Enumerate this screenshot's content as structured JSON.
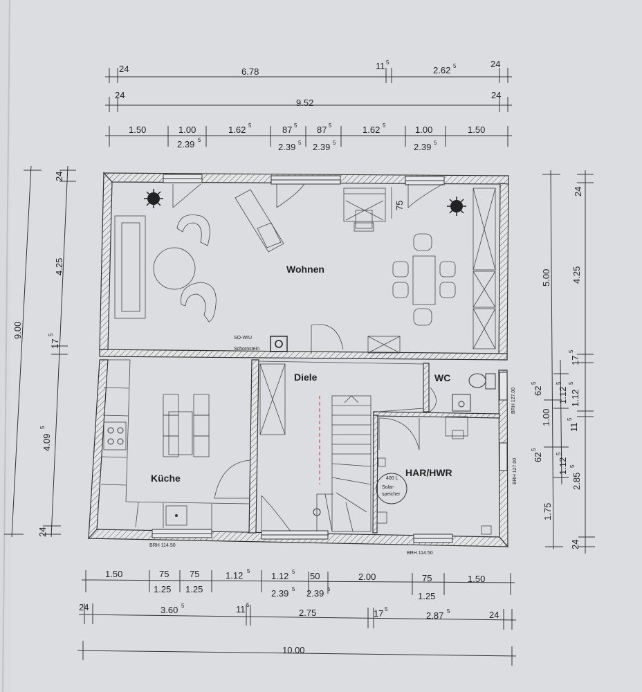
{
  "rooms": {
    "wohnen": "Wohnen",
    "diele": "Diele",
    "wc": "WC",
    "kueche": "Küche",
    "har": "HAR/HWR"
  },
  "labels": {
    "chimney_1": "SO-WIU",
    "chimney_2": "Schornstein",
    "tank_1": "400 L",
    "tank_2": "Solar-",
    "tank_3": "speicher",
    "brh_kitchen": "BRH 114.50",
    "brh_har": "BRH 114.50",
    "brh_wc": "BRH 127.00",
    "brh_har_side": "BRH 127.00",
    "dim_75_window": "75"
  },
  "dims": {
    "top1": {
      "a": "24",
      "b": "6.78",
      "c_base": "11",
      "c_sup": "5",
      "d_base": "2.62",
      "d_sup": "5",
      "e": "24"
    },
    "top2": {
      "a": "24",
      "b": "9.52",
      "c": "24"
    },
    "top3": {
      "s1": "1.50",
      "s2": "1.00",
      "s3_base": "1.62",
      "s3_sup": "5",
      "s4_base": "87",
      "s4_sup": "5",
      "s5_base": "87",
      "s5_sup": "5",
      "s6_base": "1.62",
      "s6_sup": "5",
      "s7": "1.00",
      "s8": "1.50",
      "u1_base": "2.39",
      "u1_sup": "5",
      "u2_base": "2.39",
      "u2_sup": "5",
      "u3_base": "2.39",
      "u3_sup": "5",
      "u4_base": "2.39",
      "u4_sup": "5"
    },
    "bot1": {
      "s1": "1.50",
      "s2": "75",
      "s3": "75",
      "s4_base": "1.12",
      "s4_sup": "5",
      "s5_base": "1.12",
      "s5_sup": "5",
      "s6": "50",
      "s7": "2.00",
      "s8": "75",
      "s9": "1.50",
      "u1": "1.25",
      "u2": "1.25",
      "u3_base": "2.39",
      "u3_sup": "5",
      "u4_base": "2.39",
      "u4_sup": "5",
      "u5": "1.25"
    },
    "bot2": {
      "a": "24",
      "b_base": "3.60",
      "b_sup": "5",
      "c_base": "11",
      "c_sup": "5",
      "d": "2.75",
      "e_base": "17",
      "e_sup": "5",
      "f_base": "2.87",
      "f_sup": "5",
      "g": "24"
    },
    "bot3": {
      "total": "10.00"
    },
    "left": {
      "total": "9.00",
      "a": "24",
      "b": "4.25",
      "c_base": "17",
      "c_sup": "5",
      "d_base": "4.09",
      "d_sup": "5",
      "e": "24"
    },
    "right1": {
      "a": "5.00",
      "b": "1.00",
      "c": "1.75"
    },
    "right1b": {
      "a_base": "62",
      "a_sup": "5",
      "b_base": "62",
      "b_sup": "5"
    },
    "right2": {
      "a_base": "1.12",
      "a_sup": "5",
      "b_base": "1.12",
      "b_sup": "5"
    },
    "right3": {
      "a": "24",
      "b": "4.25",
      "c_base": "17",
      "c_sup": "5",
      "d_base": "1.12",
      "d_sup": "5",
      "e_base": "11",
      "e_sup": "5",
      "f_base": "2.85",
      "f_sup": "5",
      "g": "24"
    }
  }
}
